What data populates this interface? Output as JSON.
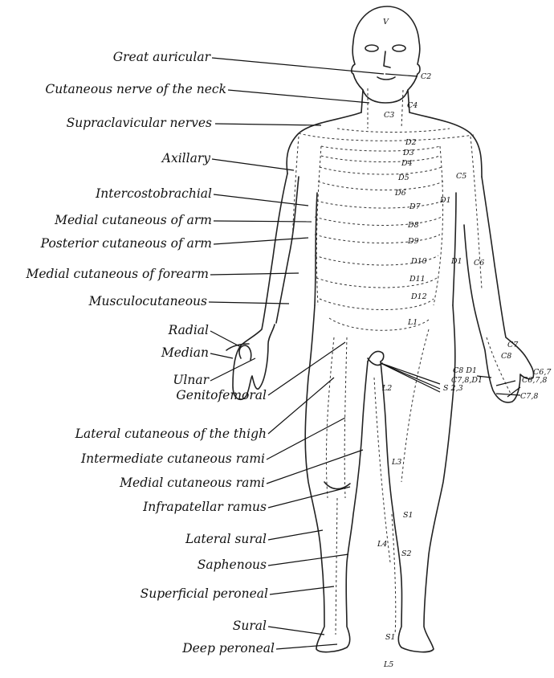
{
  "labels": {
    "great_auricular": "Great auricular",
    "cutaneous_neck": "Cutaneous nerve of the neck",
    "supraclavicular": "Supraclavicular nerves",
    "axillary": "Axillary",
    "intercostobrachial": "Intercostobrachial",
    "medial_cut_arm": "Medial cutaneous of arm",
    "posterior_cut_arm": "Posterior cutaneous of arm",
    "medial_cut_forearm": "Medial cutaneous of forearm",
    "musculocutaneous": "Musculocutaneous",
    "radial": "Radial",
    "median": "Median",
    "ulnar": "Ulnar",
    "genitofemoral": "Genitofemoral",
    "lateral_cut_thigh": "Lateral cutaneous of the thigh",
    "intermediate_rami": "Intermediate cutaneous rami",
    "medial_rami": "Medial cutaneous rami",
    "infrapatellar": "Infrapatellar ramus",
    "lateral_sural": "Lateral sural",
    "saphenous": "Saphenous",
    "superficial_peroneal": "Superficial peroneal",
    "sural": "Sural",
    "deep_peroneal": "Deep peroneal"
  },
  "segments": {
    "v": "V",
    "c2": "C2",
    "c3": "C3",
    "c4": "C4",
    "c5": "C5",
    "c6": "C6",
    "c7": "C7",
    "c8": "C8",
    "c67": "C6,7",
    "c678": "C6,7,8",
    "c78": "C7,8",
    "c78d1": "C7,8,D1",
    "c8d1": "C8 D1",
    "d1a": "D1",
    "d1b": "D1",
    "d2": "D2",
    "d3": "D3",
    "d4": "D4",
    "d5": "D5",
    "d6": "D6",
    "d7": "D7",
    "d8": "D8",
    "d9": "D9",
    "d10": "D10",
    "d11": "D11",
    "d12": "D12",
    "l1": "L1",
    "l2": "L2",
    "l3": "L3",
    "l4": "L4",
    "l5": "L5",
    "s1a": "S1",
    "s1b": "S1",
    "s2": "S2",
    "s23": "S 2,3",
    "c8hand": "C8"
  }
}
